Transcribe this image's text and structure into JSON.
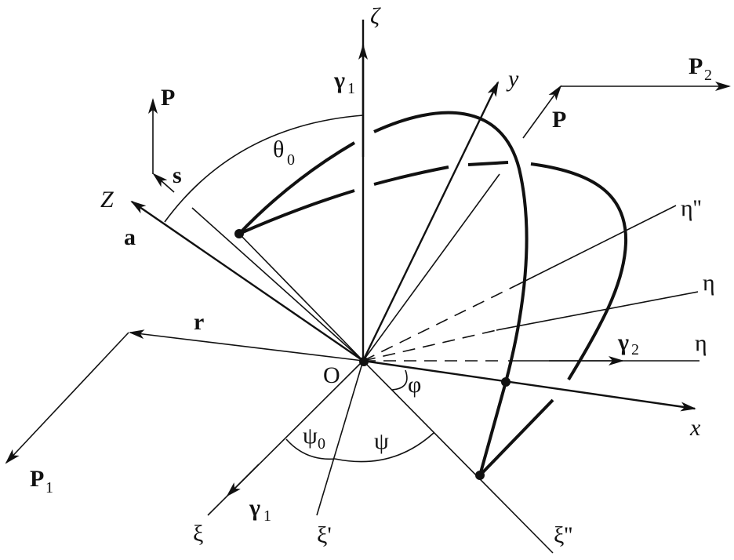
{
  "colors": {
    "ink": "#111111",
    "background": "#ffffff"
  },
  "labels": {
    "zeta": "ζ",
    "gamma1_top": "γ",
    "gamma1_top_sub": "1",
    "y": "y",
    "P_top_left": "P",
    "s": "s",
    "Z": "Z",
    "a": "a",
    "theta0": "θ",
    "theta0_sub": "0",
    "P2": "P",
    "P2_sub": "2",
    "P_right": "P",
    "eta_dd": "η''",
    "eta_mid": "η",
    "gamma2": "γ",
    "gamma2_sub": "2",
    "eta": "η",
    "r": "r",
    "O": "O",
    "phi": "φ",
    "x": "x",
    "psi0": "ψ",
    "psi0_sub": "0",
    "psi": "ψ",
    "P1": "P",
    "P1_sub": "1",
    "gamma1_bottom": "γ",
    "gamma1_bottom_sub": "1",
    "xi": "ξ",
    "xi_prime": "ξ'",
    "xi_dd": "ξ''"
  }
}
